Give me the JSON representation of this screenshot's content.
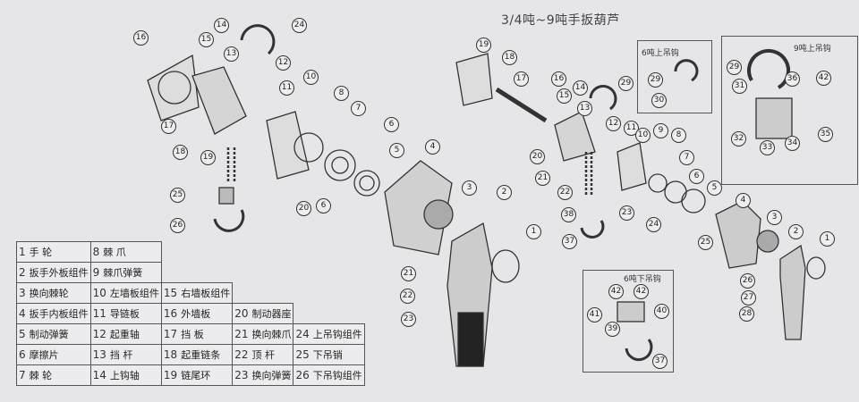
{
  "title": "3/4吨~9吨手扳葫芦",
  "insets": {
    "six_ton_upper_hook": "6吨上吊钩",
    "nine_ton_upper_hook": "9吨上吊钩",
    "six_ton_lower_hook": "6吨下吊钩"
  },
  "callouts_left": [
    "16",
    "14",
    "24",
    "15",
    "13",
    "12",
    "10",
    "11",
    "8",
    "7",
    "6",
    "5",
    "4",
    "17",
    "18",
    "19",
    "25",
    "26",
    "20",
    "6",
    "3",
    "2",
    "1",
    "21",
    "22",
    "23"
  ],
  "callouts_right": [
    "19",
    "18",
    "17",
    "16",
    "15",
    "14",
    "13",
    "29",
    "12",
    "11",
    "10",
    "9",
    "8",
    "7",
    "6",
    "5",
    "4",
    "3",
    "2",
    "1",
    "20",
    "21",
    "22",
    "23",
    "24",
    "25",
    "38",
    "37",
    "26",
    "27",
    "28"
  ],
  "callouts_insets": [
    "29",
    "30",
    "29",
    "31",
    "36",
    "42",
    "32",
    "33",
    "34",
    "35",
    "42",
    "42",
    "40",
    "41",
    "39",
    "37"
  ],
  "parts_table": [
    [
      {
        "n": "1",
        "t": "手 轮"
      },
      {
        "n": "8",
        "t": "棘 爪"
      }
    ],
    [
      {
        "n": "2",
        "t": "扳手外板组件"
      },
      {
        "n": "9",
        "t": "棘爪弹簧"
      }
    ],
    [
      {
        "n": "3",
        "t": "换向棘轮"
      },
      {
        "n": "10",
        "t": "左墙板组件"
      },
      {
        "n": "15",
        "t": "右墙板组件"
      }
    ],
    [
      {
        "n": "4",
        "t": "扳手内板组件"
      },
      {
        "n": "11",
        "t": "导链板"
      },
      {
        "n": "16",
        "t": "外墙板"
      },
      {
        "n": "20",
        "t": "制动器座"
      }
    ],
    [
      {
        "n": "5",
        "t": "制动弹簧"
      },
      {
        "n": "12",
        "t": "起重轴"
      },
      {
        "n": "17",
        "t": "挡 板"
      },
      {
        "n": "21",
        "t": "换向棘爪"
      },
      {
        "n": "24",
        "t": "上吊钩组件"
      }
    ],
    [
      {
        "n": "6",
        "t": "摩擦片"
      },
      {
        "n": "13",
        "t": "挡 杆"
      },
      {
        "n": "18",
        "t": "起重链条"
      },
      {
        "n": "22",
        "t": "顶 杆"
      },
      {
        "n": "25",
        "t": "下吊销"
      }
    ],
    [
      {
        "n": "7",
        "t": "棘 轮"
      },
      {
        "n": "14",
        "t": "上钩轴"
      },
      {
        "n": "19",
        "t": "链尾环"
      },
      {
        "n": "23",
        "t": "换向弹簧"
      },
      {
        "n": "26",
        "t": "下吊钩组件"
      }
    ]
  ]
}
